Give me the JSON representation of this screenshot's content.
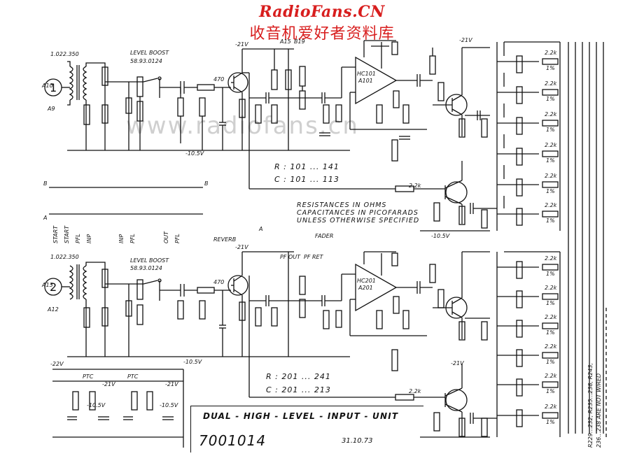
{
  "header": {
    "site": "RadioFans.CN",
    "subtitle": "收音机爱好者资料库",
    "watermark": "www.radiofans.cn"
  },
  "ranges": {
    "ch1_r": "R : 101 ... 141",
    "ch1_c": "C : 101 ... 113",
    "ch2_r": "R : 201 ... 241",
    "ch2_c": "C : 201 ... 213"
  },
  "notes": [
    "RESISTANCES IN OHMS",
    "CAPACITANCES IN PICOFARADS",
    "UNLESS OTHERWISE SPECIFIED"
  ],
  "title_block": {
    "title": "DUAL - HIGH - LEVEL - INPUT - UNIT",
    "number": "7001014",
    "date": "31.10.73"
  },
  "labels": {
    "a10": "A10",
    "a9": "A9",
    "a13": "A13",
    "a12": "A12",
    "tx1": "1.022.350",
    "tx2": "1.022.350",
    "level_boost": "LEVEL BOOST",
    "level_boost_part": "58.93.0124",
    "r470": "470",
    "v21_neg": "-21V",
    "v10_5": "-10.5V",
    "v22": "-22V",
    "a15": "A15",
    "b19": "B19",
    "hc101": "HC101",
    "a101": "A101",
    "hc201": "HC201",
    "a201": "A201",
    "r2k2": "2.2k",
    "pct1": "1%",
    "pf_out": "PF OUT",
    "pf_ret": "PF RET",
    "fader": "FADER",
    "ptc": "PTC",
    "reverb": "REVERB",
    "row_a": "A",
    "row_b": "B",
    "ch1": "1",
    "ch2": "2",
    "pins": [
      "START",
      "START",
      "PFL",
      "INP",
      "INP",
      "PFL",
      "OUT",
      "PFL"
    ],
    "not_wired_1": "R229...232, R235...238, R243,",
    "not_wired_2": "236...238 ARE NOT WIRED"
  }
}
